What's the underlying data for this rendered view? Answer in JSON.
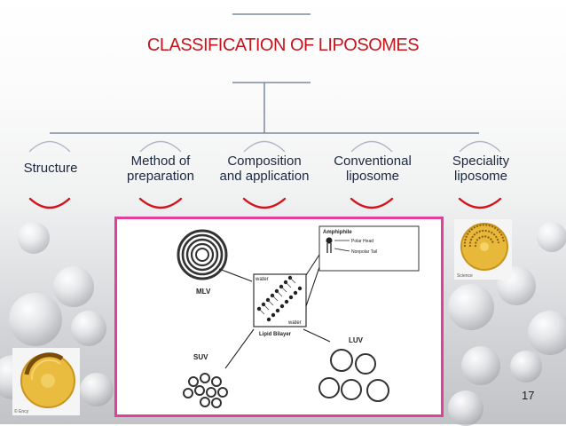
{
  "slide": {
    "title": "CLASSIFICATION OF LIPOSOMES",
    "page_number": "17",
    "title_color": "#c4161c",
    "accent_color": "#e0409b"
  },
  "branches": [
    {
      "label_lines": [
        "Structure"
      ]
    },
    {
      "label_lines": [
        "Method of",
        "preparation"
      ]
    },
    {
      "label_lines": [
        "Composition",
        "and application"
      ]
    },
    {
      "label_lines": [
        "Conventional",
        "liposome"
      ]
    },
    {
      "label_lines": [
        "Speciality",
        "liposome"
      ]
    }
  ],
  "figure": {
    "labels": {
      "amphiphile": "Amphiphile",
      "polar_head": "Polar Head",
      "nonpolar_tail": "Nonpolar Tail",
      "water_top": "water",
      "water_bottom": "water",
      "lipid_bilayer": "Lipid Bilayer",
      "mlv": "MLV",
      "suv": "SUV",
      "luv": "LUV"
    }
  },
  "thumbnails": {
    "top_right_caption": "Science",
    "bottom_left_caption": "© Ency"
  }
}
